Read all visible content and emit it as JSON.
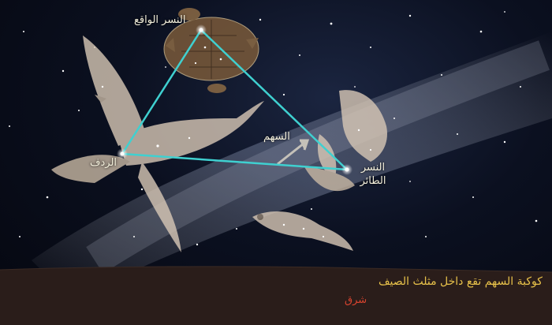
{
  "colors": {
    "triangle_line": "#3fd0d0",
    "label": "#f4f0dc",
    "caption": "#e8c24a",
    "direction": "#d9442f",
    "horizon": "#2a1d1a"
  },
  "labels": {
    "vega": "النسر الواقع",
    "deneb": "الردف",
    "sagitta": "السهم",
    "altair": "النسر الطائر"
  },
  "caption": "كوكبة السهم تقع داخل مثلث الصيف",
  "direction": "شرق"
}
